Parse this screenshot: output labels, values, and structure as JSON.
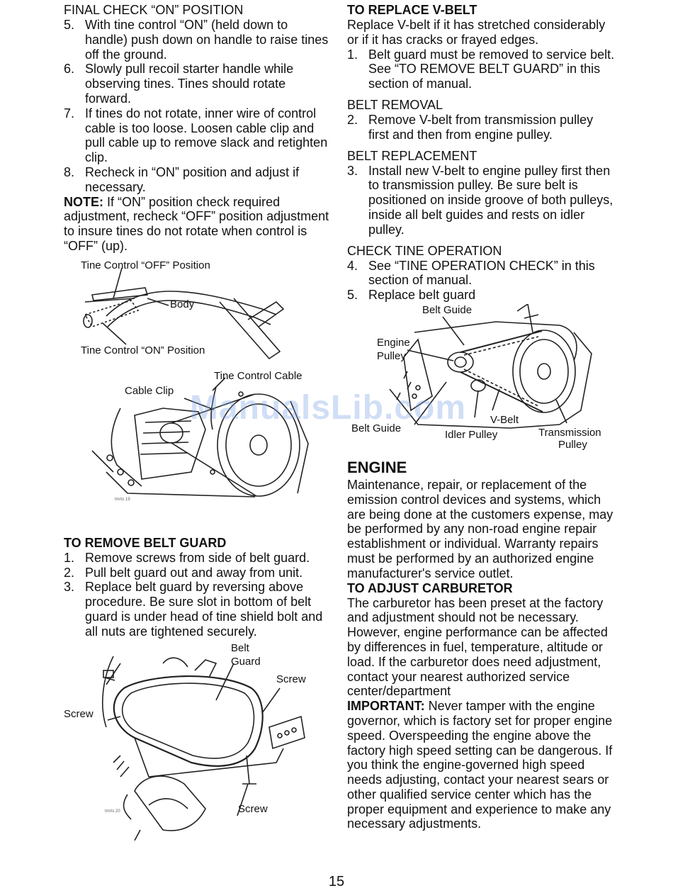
{
  "left": {
    "final_check": {
      "heading": "FINAL CHECK “ON” POSITION",
      "items": [
        {
          "num": "5.",
          "text": "With tine control “ON” (held down to handle) push down on handle to raise tines off the ground."
        },
        {
          "num": "6.",
          "text": "Slowly pull recoil starter handle while observing tines. Tines should rotate forward."
        },
        {
          "num": "7.",
          "text": "If tines do not rotate, inner wire of control cable is too loose. Loosen cable clip and pull cable up to remove slack and retighten clip."
        },
        {
          "num": "8.",
          "text": "Recheck in “ON” position and adjust if necessary."
        }
      ],
      "note_label": "NOTE:",
      "note_text": " If “ON” position check required adjustment, recheck “OFF” position adjustment to insure tines do not rotate when control is “OFF” (up)."
    },
    "fig1": {
      "off_label": "Tine Control “OFF” Position",
      "body_label": "Body",
      "on_label": "Tine Control “ON” Position",
      "cable_label": "Tine Control Cable",
      "clip_label": "Cable Clip",
      "code": "tmrts 19"
    },
    "remove_guard": {
      "heading": "TO REMOVE BELT GUARD",
      "items": [
        {
          "num": "1.",
          "text": "Remove screws from side of belt guard."
        },
        {
          "num": "2.",
          "text": "Pull belt guard out and away from unit."
        },
        {
          "num": "3.",
          "text": "Replace belt guard by reversing above procedure. Be sure slot in bottom of belt guard is under head of tine shield bolt and all nuts are tightened securely."
        }
      ]
    },
    "fig2": {
      "belt_guard_1": "Belt",
      "belt_guard_2": "Guard",
      "screw_top": "Screw",
      "screw_left": "Screw",
      "screw_bottom": "Screw",
      "code": "tmrts 20"
    }
  },
  "right": {
    "replace_vbelt": {
      "heading": "TO REPLACE V-BELT",
      "intro": "Replace V-belt if it has stretched considerably or if it has cracks or frayed edges.",
      "items1": [
        {
          "num": "1.",
          "text": "Belt guard must be removed to service belt. See “TO REMOVE BELT GUARD” in this section of manual."
        }
      ],
      "removal_heading": "BELT REMOVAL",
      "items2": [
        {
          "num": "2.",
          "text": "Remove V-belt from transmission pulley first and then from engine pulley."
        }
      ],
      "replacement_heading": "BELT REPLACEMENT",
      "items3": [
        {
          "num": "3.",
          "text": "Install new V-belt to engine pulley first then to transmission pulley. Be sure belt is positioned on inside groove of both pulleys, inside all belt guides and rests on idler pulley."
        }
      ],
      "check_heading": "CHECK TINE OPERATION",
      "items4": [
        {
          "num": "4.",
          "text": "See “TINE OPERATION CHECK” in this section of manual."
        },
        {
          "num": "5.",
          "text": "Replace belt guard"
        }
      ]
    },
    "fig3": {
      "belt_guide_top": "Belt Guide",
      "engine_pulley_1": "Engine",
      "engine_pulley_2": "Pulley",
      "vbelt": "V-Belt",
      "belt_guide_bottom": "Belt Guide",
      "idler": "Idler Pulley",
      "transmission_1": "Transmission",
      "transmission_2": "Pulley"
    },
    "engine": {
      "heading": "ENGINE",
      "text": "Maintenance, repair, or replacement of the emission control devices and systems, which are being done at the customers expense, may be performed by any non-road engine repair establishment or individual. Warranty repairs must be performed by an authorized engine manufacturer's service outlet."
    },
    "carburetor": {
      "heading": "TO ADJUST CARBURETOR",
      "text": "The carburetor has been preset at the factory and adjustment should not be necessary. However, engine performance can be affected by differences in fuel, temperature, altitude or load. If the carburetor does need adjustment, contact your nearest authorized service center/department",
      "important_label": "IMPORTANT:",
      "important_text": " Never tamper with the engine governor, which is factory set for proper engine speed. Overspeeding the engine above the factory high speed setting can be dangerous. If you think the engine-governed high speed needs adjusting, contact your nearest sears or other qualified service center which has the proper equipment and experience to make any necessary adjustments."
    }
  },
  "watermark": "ManualsLib.com",
  "page_number": "15"
}
